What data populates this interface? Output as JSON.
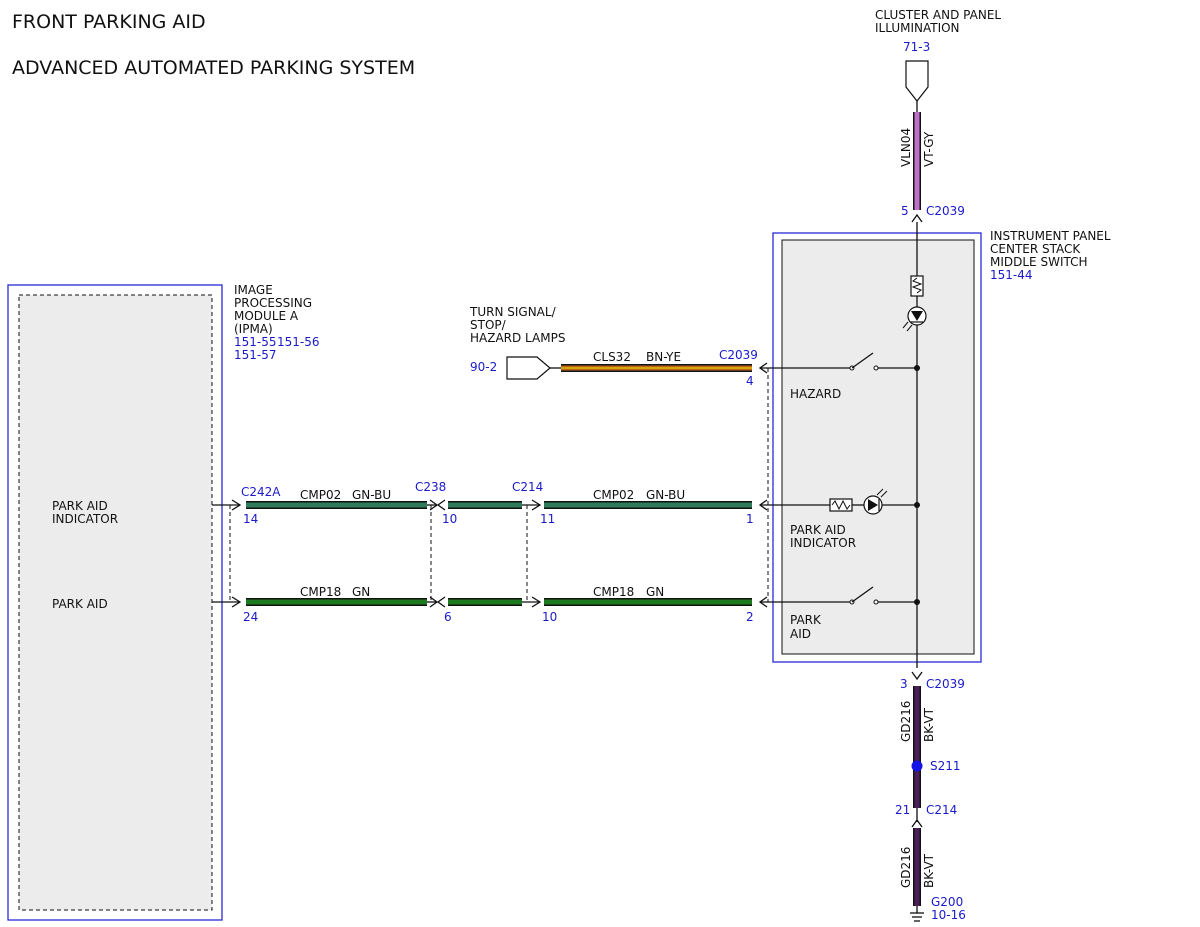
{
  "titles": {
    "line1": "FRONT PARKING AID",
    "line2": "ADVANCED AUTOMATED PARKING SYSTEM"
  },
  "cluster": {
    "label_line1": "CLUSTER AND PANEL",
    "label_line2": "ILLUMINATION",
    "ref": "71-3",
    "circuit": "VLN04",
    "color": "VT-GY",
    "pin": "5",
    "connector": "C2039"
  },
  "ipc_switch": {
    "label_line1": "INSTRUMENT PANEL",
    "label_line2": "CENTER STACK",
    "label_line3": "MIDDLE SWITCH",
    "ref": "151-44",
    "hazard_label": "HAZARD",
    "park_aid_indicator_line1": "PARK AID",
    "park_aid_indicator_line2": "INDICATOR",
    "park_aid_line1": "PARK",
    "park_aid_line2": "AID"
  },
  "ipma": {
    "label_line1": "IMAGE",
    "label_line2": "PROCESSING",
    "label_line3": "MODULE A",
    "label_line4": "(IPMA)",
    "ref1": "151-55",
    "ref2": "151-56",
    "ref3": "151-57",
    "pin_label_indicator_line1": "PARK AID",
    "pin_label_indicator_line2": "INDICATOR",
    "pin_label_park_aid": "PARK AID"
  },
  "turn_signal": {
    "label_line1": "TURN SIGNAL/",
    "label_line2": "STOP/",
    "label_line3": "HAZARD LAMPS",
    "ref": "90-2",
    "circuit": "CLS32",
    "color": "BN-YE",
    "connector": "C2039",
    "pin": "4"
  },
  "wire_indicator": {
    "connector_ipma": "C242A",
    "pin_ipma": "14",
    "circuit": "CMP02",
    "color": "GN-BU",
    "connector_mid1": "C238",
    "pin_mid1": "10",
    "connector_mid2": "C214",
    "pin_mid2": "11",
    "circuit_2": "CMP02",
    "color_2": "GN-BU",
    "pin_switch": "1"
  },
  "wire_park_aid": {
    "pin_ipma": "24",
    "circuit": "CMP18",
    "color": "GN",
    "pin_mid1": "6",
    "pin_mid2": "10",
    "circuit_2": "CMP18",
    "color_2": "GN",
    "pin_switch": "2"
  },
  "ground": {
    "pin_top": "3",
    "connector_top": "C2039",
    "circuit": "GD216",
    "color": "BK-VT",
    "splice": "S211",
    "pin_mid": "21",
    "connector_mid": "C214",
    "circuit_2": "GD216",
    "color_2": "BK-VT",
    "ground_id": "G200",
    "ground_ref": "10-16"
  },
  "colors": {
    "module_border": "#2a2ad6",
    "module_fill": "#ececec",
    "wire_gn_bu": "#2e7a5a",
    "wire_gn": "#1e7a1e",
    "wire_bn_ye": "#b5651d",
    "wire_vt_gy": "#c070c8",
    "wire_bk_vt": "#4a1f5a",
    "splice_dot": "#1414e6",
    "ref_text": "#1a1acc"
  }
}
